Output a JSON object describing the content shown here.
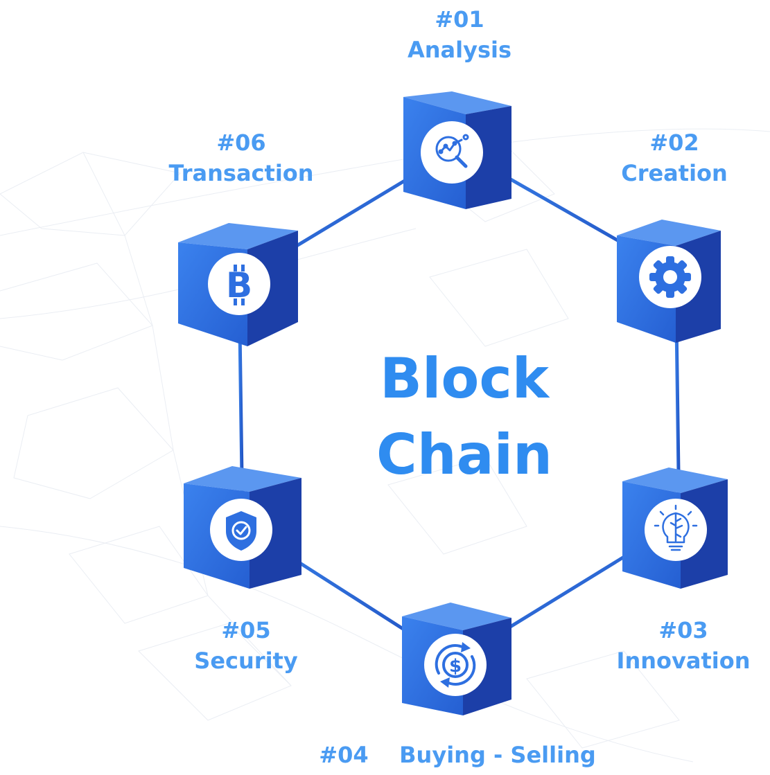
{
  "center_title": {
    "line1": "Block",
    "line2": "Chain"
  },
  "steps": [
    {
      "number": "#01",
      "label": "Analysis",
      "icon": "analysis-magnifier-icon"
    },
    {
      "number": "#02",
      "label": "Creation",
      "icon": "gear-icon"
    },
    {
      "number": "#03",
      "label": "Innovation",
      "icon": "lightbulb-brain-icon"
    },
    {
      "number": "#04",
      "label": "Buying - Selling",
      "icon": "dollar-exchange-icon"
    },
    {
      "number": "#05",
      "label": "Security",
      "icon": "shield-check-icon"
    },
    {
      "number": "#06",
      "label": "Transaction",
      "icon": "bitcoin-icon"
    }
  ],
  "colors": {
    "label_text": "#4a9bf2",
    "title_text": "#2f8cf0",
    "cube_front": "#2f73dd",
    "cube_top": "#4d8fee",
    "cube_side": "#1c3fa8",
    "connector": "#2f67d8",
    "icon_circle": "#ffffff",
    "icon_stroke": "#2e6fe0"
  }
}
